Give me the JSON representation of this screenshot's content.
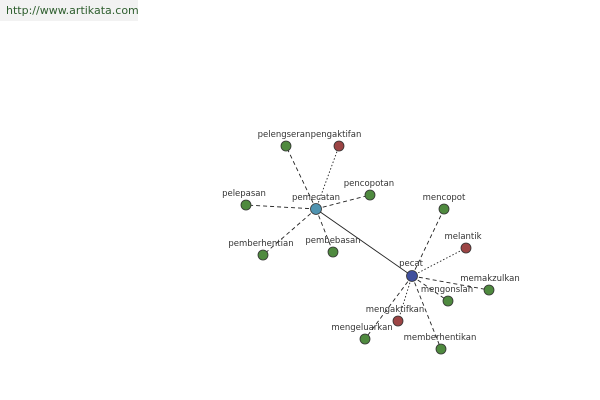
{
  "header": {
    "url": "http://www.artikata.com"
  },
  "colors": {
    "center_main": "#3f4f9c",
    "center_secondary": "#4f93b0",
    "related": "#4f8a3f",
    "antonym": "#9c4444",
    "outline": "#333333",
    "edge": "#222222"
  },
  "graph": {
    "centers": [
      {
        "id": "pecat",
        "label": "pecat",
        "kind": "main"
      },
      {
        "id": "pemecatan",
        "label": "pemecatan",
        "kind": "secondary"
      }
    ],
    "nodes": [
      {
        "id": "pelengseran",
        "label": "pelengseran",
        "kind": "related",
        "hub": "pemecatan"
      },
      {
        "id": "pengaktifan",
        "label": "pengaktifan",
        "kind": "antonym",
        "hub": "pemecatan"
      },
      {
        "id": "pencopotan",
        "label": "pencopotan",
        "kind": "related",
        "hub": "pemecatan"
      },
      {
        "id": "pelepasan",
        "label": "pelepasan",
        "kind": "related",
        "hub": "pemecatan"
      },
      {
        "id": "pemberhentian",
        "label": "pemberhentian",
        "kind": "related",
        "hub": "pemecatan"
      },
      {
        "id": "pembebasan",
        "label": "pembebasan",
        "kind": "related",
        "hub": "pemecatan"
      },
      {
        "id": "mencopot",
        "label": "mencopot",
        "kind": "related",
        "hub": "pecat"
      },
      {
        "id": "melantik",
        "label": "melantik",
        "kind": "antonym",
        "hub": "pecat"
      },
      {
        "id": "memakzulkan",
        "label": "memakzulkan",
        "kind": "related",
        "hub": "pecat"
      },
      {
        "id": "mengonslah",
        "label": "mengonslah",
        "kind": "related",
        "hub": "pecat"
      },
      {
        "id": "mengaktifkan",
        "label": "mengaktifkan",
        "kind": "antonym",
        "hub": "pecat"
      },
      {
        "id": "mengeluarkan",
        "label": "mengeluarkan",
        "kind": "related",
        "hub": "pecat"
      },
      {
        "id": "memberhentikan",
        "label": "memberhentikan",
        "kind": "related",
        "hub": "pecat"
      }
    ]
  }
}
